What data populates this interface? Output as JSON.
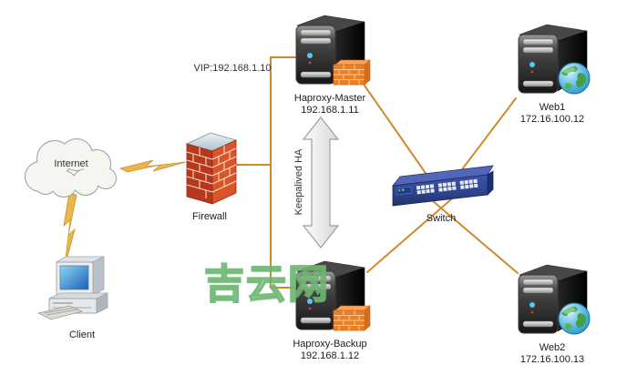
{
  "diagram": {
    "internet": {
      "label": "Internet"
    },
    "client": {
      "label": "Client"
    },
    "firewall": {
      "label": "Firewall"
    },
    "vip": {
      "label": "VIP:192.168.1.10"
    },
    "haproxy_master": {
      "name": "Haproxy-Master",
      "ip": "192.168.1.11"
    },
    "haproxy_backup": {
      "name": "Haproxy-Backup",
      "ip": "192.168.1.12"
    },
    "keepalived": {
      "label": "Keepalived HA"
    },
    "switch": {
      "label": "Switch"
    },
    "web1": {
      "name": "Web1",
      "ip": "172.16.100.12"
    },
    "web2": {
      "name": "Web2",
      "ip": "172.16.100.13"
    },
    "watermark": {
      "text": "吉云网",
      "color": "#69b46e"
    }
  },
  "colors": {
    "connection_line": "#cf8a2e",
    "lightning": "#ecb74a",
    "switch_body": "#30499e",
    "firewall_brick": "#c93e20",
    "haproxy_brick": "#ea7f26",
    "arrow_fill": "#ededed",
    "globe_green": "#4caf50",
    "globe_blue": "#2596cf"
  },
  "icons": {
    "internet": "cloud-icon",
    "client": "desktop-computer-icon",
    "firewall": "brick-wall-icon",
    "haproxy": "server-tower-icon + mini-firewall-icon",
    "web": "server-tower-icon + globe-icon",
    "switch": "network-switch-icon",
    "wan_link": "lightning-bolt-icon",
    "ha_link": "double-headed-arrow-icon"
  }
}
